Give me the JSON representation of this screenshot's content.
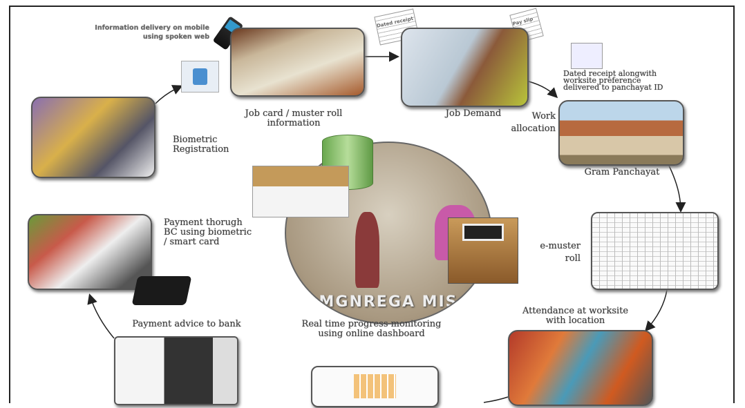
{
  "labels": {
    "mobile": "Information delivery on mobile using spoken web",
    "job_card": "Job card / muster roll information",
    "job_demand": "Job Demand",
    "dated_receipt": "Dated receipt alongwith worksite preference delivered to panchayat ID",
    "work_allocation": "Work allocation",
    "gram_panchayat": "Gram Panchayat",
    "biometric": "Biometric Registration",
    "emuster": "e-muster roll",
    "attendance": "Attendance at worksite with location",
    "realtime": "Real time progress monitoring using online dashboard",
    "payment_advice": "Payment advice to bank",
    "payment_bc": "Payment thorugh BC using biometric / smart card",
    "center": "MGNREGA MIS",
    "receipt_doc": "Dated receipt",
    "payslip_doc": "Pay slip"
  }
}
